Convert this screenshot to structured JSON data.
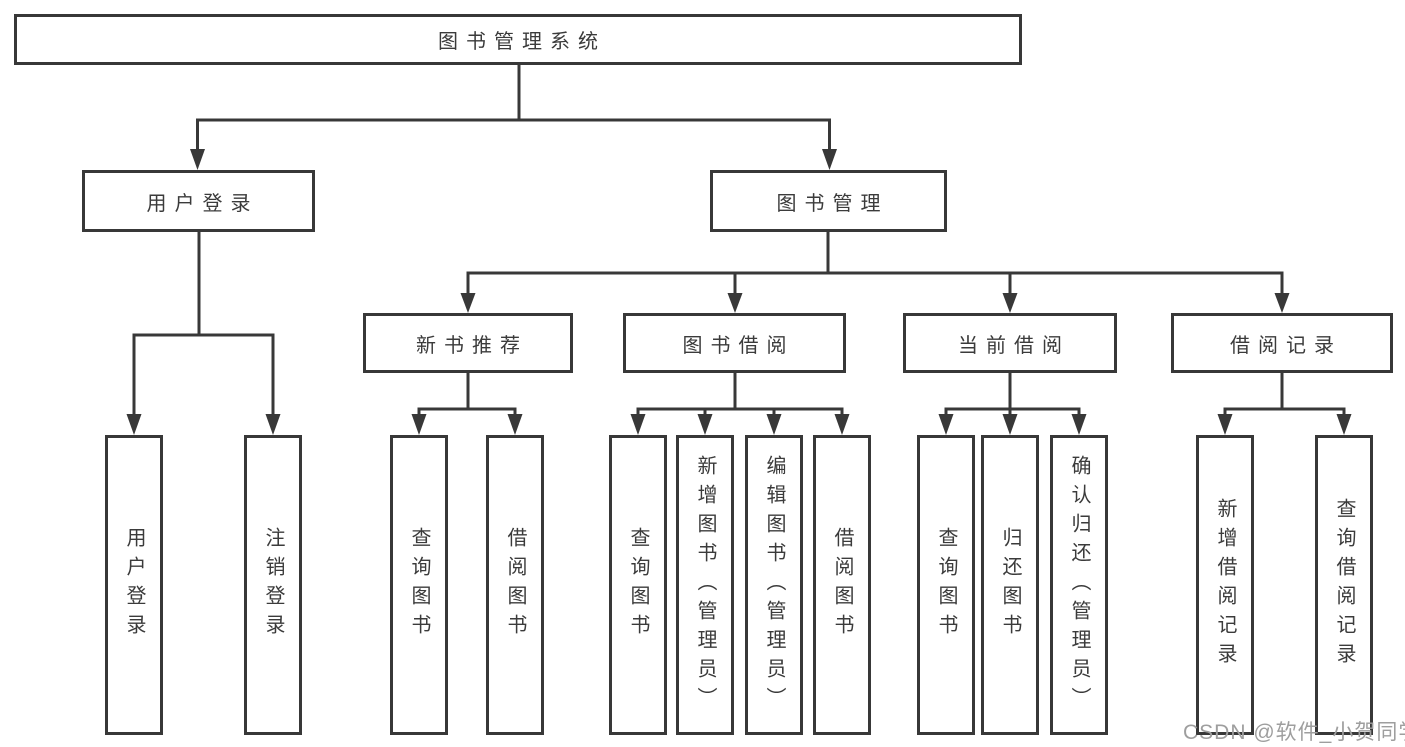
{
  "root_label": "图书管理系统",
  "nodes": {
    "user_login": {
      "label": "用户登录",
      "leaves": [
        "用户登录",
        "注销登录"
      ]
    },
    "book_mgmt": {
      "label": "图书管理"
    },
    "new_book": {
      "label": "新书推荐",
      "leaves": [
        "查询图书",
        "借阅图书"
      ]
    },
    "borrow": {
      "label": "图书借阅",
      "leaves": [
        "查询图书",
        "新增图书（管理员）",
        "编辑图书（管理员）",
        "借阅图书"
      ]
    },
    "current": {
      "label": "当前借阅",
      "leaves": [
        "查询图书",
        "归还图书",
        "确认归还（管理员）"
      ]
    },
    "records": {
      "label": "借阅记录",
      "leaves": [
        "新增借阅记录",
        "查询借阅记录"
      ]
    }
  },
  "watermark": "CSDN @软件_小贺同学",
  "colors": {
    "line": "#383838",
    "text": "#3b3b3b",
    "watermark": "#9e9e9e",
    "background": "#ffffff"
  }
}
